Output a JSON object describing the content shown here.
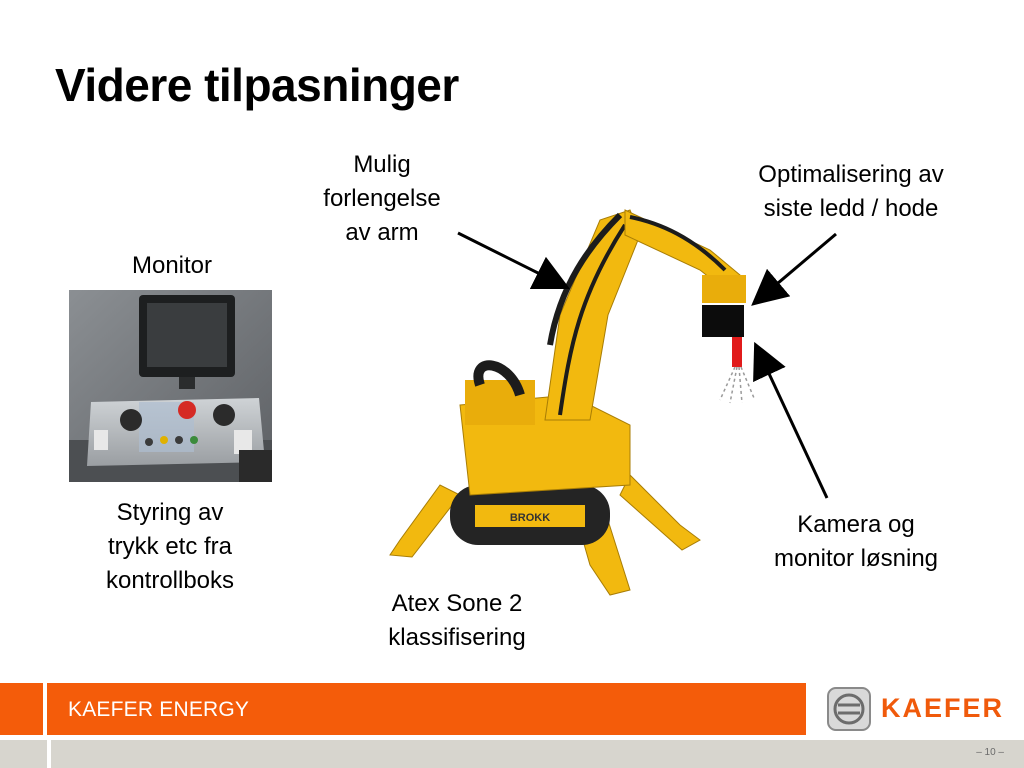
{
  "slide": {
    "title": "Videre tilpasninger"
  },
  "labels": {
    "monitor": "Monitor",
    "styring": "Styring av\ntrykk etc fra\nkontrollboks",
    "mulig": "Mulig\nforlengelse\nav arm",
    "optimalisering": "Optimalisering av\nsiste ledd / hode",
    "kamera": "Kamera og\nmonitor løsning",
    "atex": "Atex Sone 2\nklassifisering"
  },
  "robot": {
    "brand_text": "BROKK"
  },
  "footer": {
    "company": "KAEFER ENERGY",
    "logo_text": "KAEFER",
    "page_number": "– 10 –"
  },
  "colors": {
    "accent_orange": "#f45c0a",
    "footer_gray": "#d7d5ce",
    "robot_yellow": "#f2b90f"
  }
}
